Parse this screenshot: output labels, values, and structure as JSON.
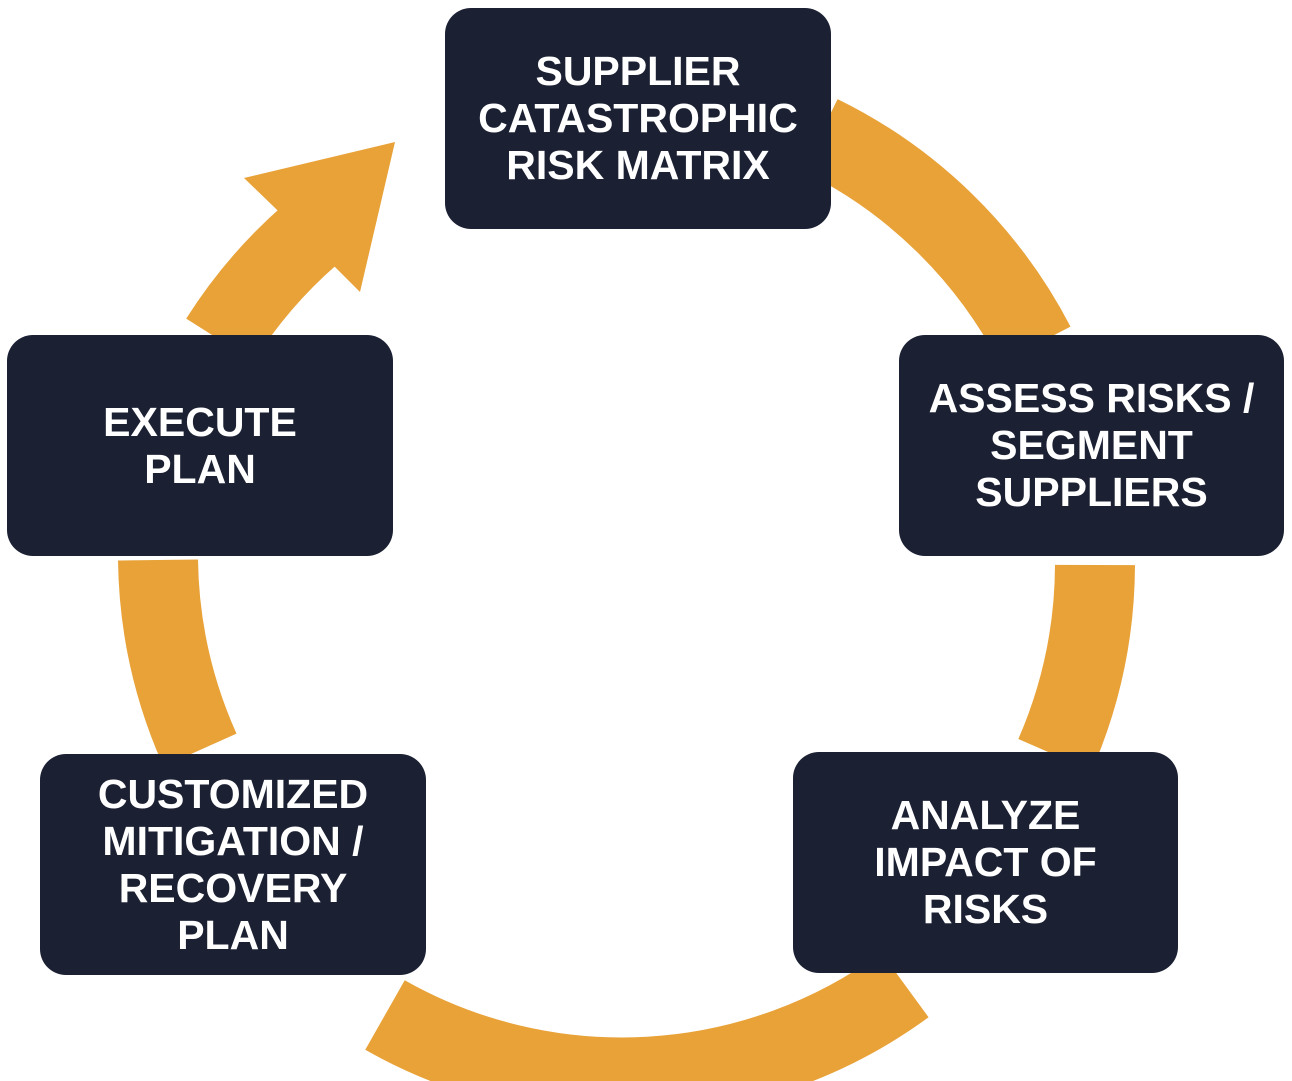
{
  "diagram": {
    "colors": {
      "ring": "#e8a238",
      "box": "#1b2033",
      "text": "#ffffff"
    },
    "steps": [
      {
        "label": "SUPPLIER\nCATASTROPHIC\nRISK MATRIX"
      },
      {
        "label": "ASSESS RISKS /\nSEGMENT\nSUPPLIERS"
      },
      {
        "label": "ANALYZE\nIMPACT OF\nRISKS"
      },
      {
        "label": "CUSTOMIZED\nMITIGATION /\nRECOVERY\nPLAN"
      },
      {
        "label": "EXECUTE\nPLAN"
      }
    ]
  }
}
